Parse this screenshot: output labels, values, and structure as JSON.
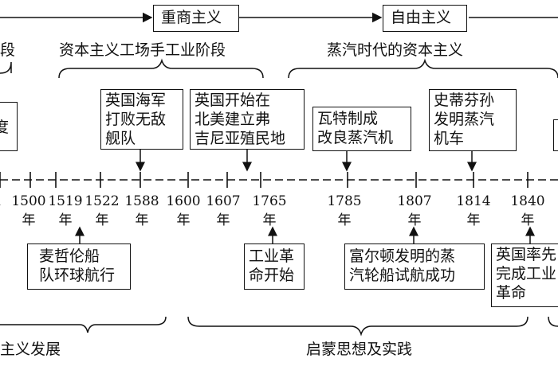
{
  "top_flow": {
    "mercantilism": "重商主义",
    "liberalism": "自由主义"
  },
  "periods": {
    "left_cut": "段",
    "manufacture": "资本主义工场手工业阶段",
    "steam": "蒸汽时代的资本主义"
  },
  "events_above": {
    "left_cut": "度",
    "armada": "英国海军\n打败无敌\n舰队",
    "virginia": "英国开始在\n北美建立弗\n吉尼亚殖民地",
    "watt": "瓦特制成\n改良蒸汽机",
    "stephenson": "史蒂芬孙\n发明蒸汽\n机车"
  },
  "years": [
    "1500",
    "1519",
    "1522",
    "1588",
    "1600",
    "1607",
    "1765",
    "1785",
    "1807",
    "1814",
    "1840"
  ],
  "year_suffix": "年",
  "events_below": {
    "magellan": "麦哲伦船\n队环球航行",
    "industrial_start": "工业革\n命开始",
    "fulton": "富尔顿发明的蒸\n汽轮船试航成功",
    "britain_complete": "英国率先\n完成工业\n革命"
  },
  "bottom_labels": {
    "left_cut": "主义发展",
    "enlightenment": "启蒙思想及实践"
  }
}
